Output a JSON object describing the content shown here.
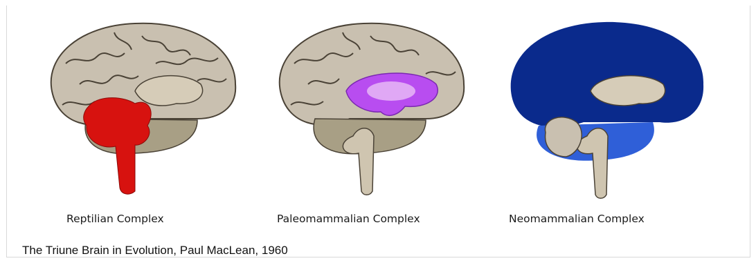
{
  "diagram": {
    "panels": [
      {
        "label": "Reptilian Complex",
        "highlight_color": "#d7120f"
      },
      {
        "label": "Paleomammalian Complex",
        "highlight_color": "#b84df0"
      },
      {
        "label": "Neomammalian Complex",
        "highlight_color": "#0a2a8c"
      }
    ],
    "caption": "The Triune Brain in Evolution, Paul MacLean, 1960",
    "colors": {
      "cortex": "#c9c0b0",
      "gyri_lines": "#4a4236",
      "cerebellum": "#a89f85",
      "brainstem": "#cfc5b0",
      "limbic_light": "#e0a8f5",
      "neo_cerebellum": "#2f5fd8"
    }
  }
}
